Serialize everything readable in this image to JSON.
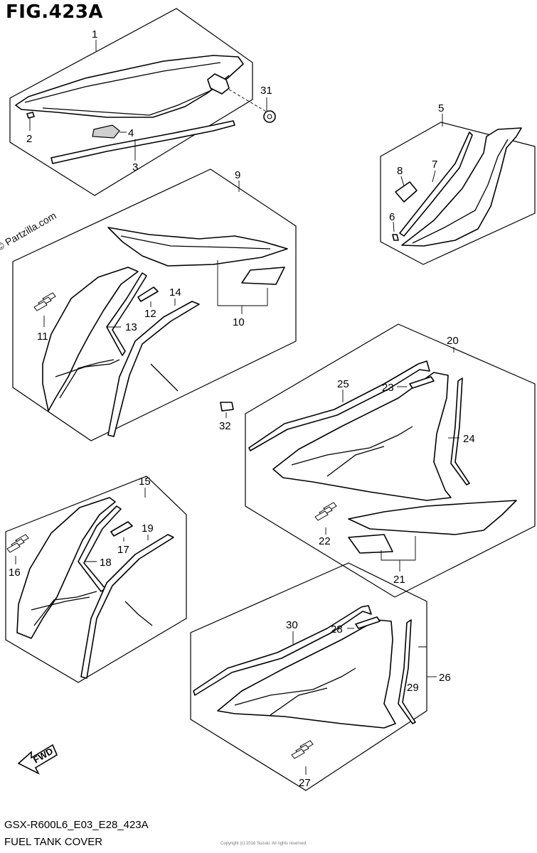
{
  "figure": {
    "title": "FIG.423A",
    "code": "GSX-R600L6_E03_E28_423A",
    "name": "FUEL TANK COVER"
  },
  "watermark": "© Partzilla.com",
  "fine_print": "Copyright (c) 2016 Suzuki. All rights reserved.",
  "fwd_label": "FWD",
  "callouts": {
    "c1": "1",
    "c2": "2",
    "c3": "3",
    "c4": "4",
    "c5": "5",
    "c6": "6",
    "c7": "7",
    "c8": "8",
    "c9": "9",
    "c10": "10",
    "c11": "11",
    "c12": "12",
    "c13": "13",
    "c14": "14",
    "c15": "15",
    "c16": "16",
    "c17": "17",
    "c18": "18",
    "c19": "19",
    "c20": "20",
    "c21": "21",
    "c22": "22",
    "c23": "23",
    "c24": "24",
    "c25": "25",
    "c26": "26",
    "c27": "27",
    "c28": "28",
    "c29": "29",
    "c30": "30",
    "c31": "31",
    "c32": "32"
  }
}
